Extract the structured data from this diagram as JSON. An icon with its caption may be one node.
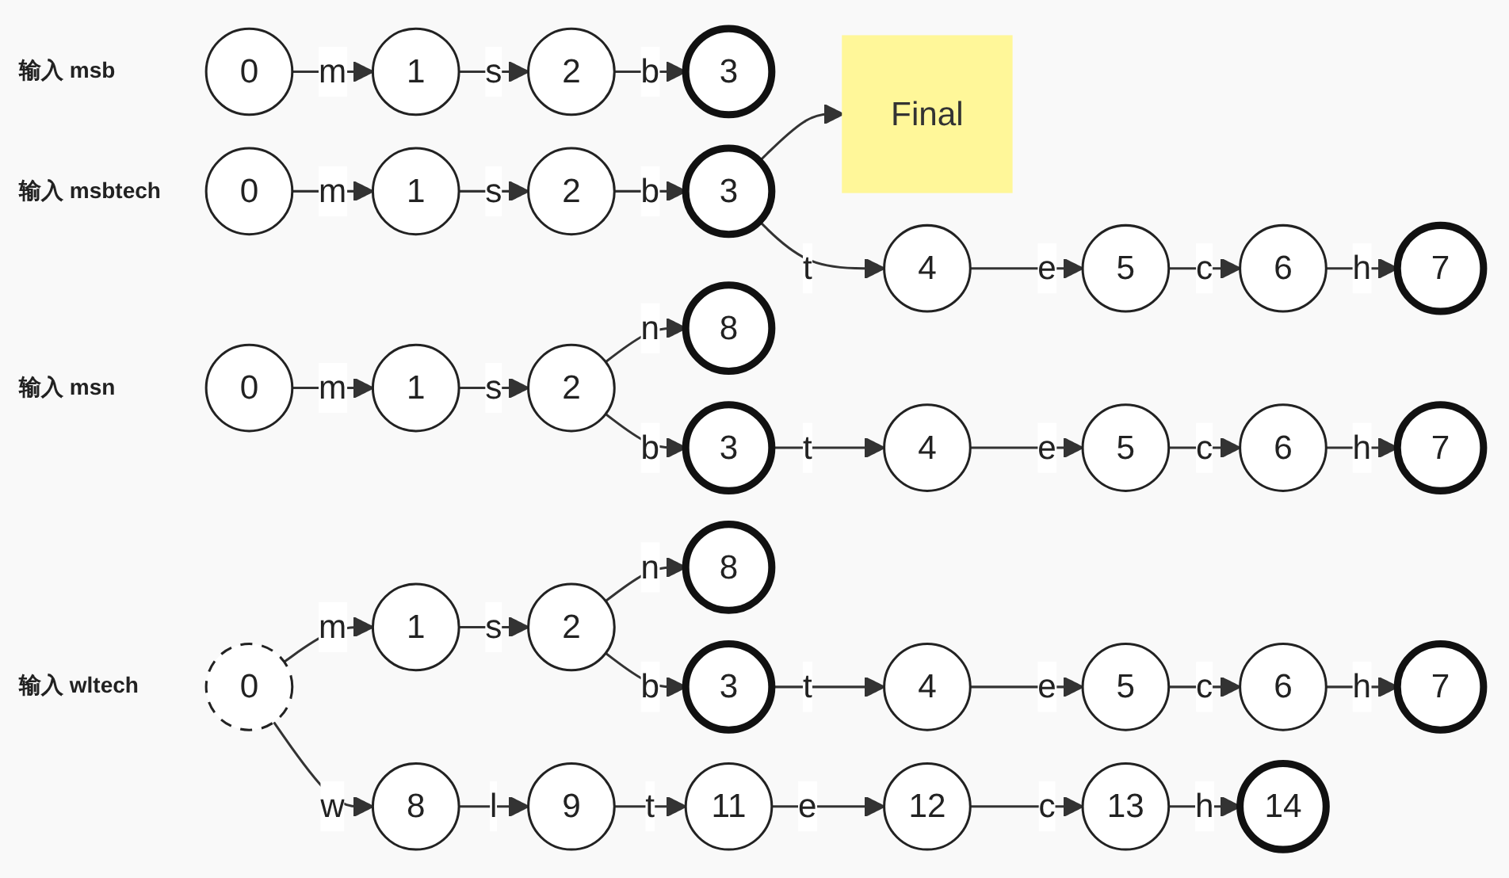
{
  "diagram": {
    "nodes": [
      {
        "text": [
          "0"
        ]
      },
      {
        "text": [
          "1"
        ]
      },
      {
        "text": [
          "2"
        ]
      },
      {
        "text": [
          "3"
        ]
      },
      {
        "text": [
          "Final"
        ]
      },
      {
        "text": [
          "0"
        ]
      },
      {
        "text": [
          "1"
        ]
      },
      {
        "text": [
          "2"
        ]
      },
      {
        "text": [
          "3"
        ]
      },
      {
        "text": [
          "4"
        ]
      },
      {
        "text": [
          "5"
        ]
      },
      {
        "text": [
          "6"
        ]
      },
      {
        "text": [
          "7"
        ]
      },
      {
        "text": [
          "0"
        ]
      },
      {
        "text": [
          "1"
        ]
      },
      {
        "text": [
          "2"
        ]
      },
      {
        "text": [
          "8"
        ]
      },
      {
        "text": [
          "3"
        ]
      },
      {
        "text": [
          "4"
        ]
      },
      {
        "text": [
          "5"
        ]
      },
      {
        "text": [
          "6"
        ]
      },
      {
        "text": [
          "7"
        ]
      },
      {
        "text": [
          "0"
        ]
      },
      {
        "text": [
          "1"
        ]
      },
      {
        "text": [
          "2"
        ]
      },
      {
        "text": [
          "8"
        ]
      },
      {
        "text": [
          "3"
        ]
      },
      {
        "text": [
          "4"
        ]
      },
      {
        "text": [
          "5"
        ]
      },
      {
        "text": [
          "6"
        ]
      },
      {
        "text": [
          "7"
        ]
      },
      {
        "text": [
          "8"
        ]
      },
      {
        "text": [
          "9"
        ]
      },
      {
        "text": [
          "11"
        ]
      },
      {
        "text": [
          "12"
        ]
      },
      {
        "text": [
          "13"
        ]
      },
      {
        "text": [
          "14"
        ]
      }
    ],
    "edges": [
      {
        "from": 0,
        "to": 1,
        "arrow": "to",
        "label": "m"
      },
      {
        "from": 1,
        "to": 2,
        "arrow": "to",
        "label": "s"
      },
      {
        "from": 2,
        "to": 3,
        "arrow": "to",
        "label": "b"
      },
      {
        "from": 8,
        "to": 4,
        "arrow": "to"
      },
      {
        "from": 5,
        "to": 6,
        "arrow": "to",
        "label": "m"
      },
      {
        "from": 6,
        "to": 7,
        "arrow": "to",
        "label": "s"
      },
      {
        "from": 7,
        "to": 8,
        "arrow": "to",
        "label": "b"
      },
      {
        "from": 8,
        "to": 9,
        "arrow": "to",
        "label": "t"
      },
      {
        "from": 9,
        "to": 10,
        "arrow": "to",
        "label": "e"
      },
      {
        "from": 10,
        "to": 11,
        "arrow": "to",
        "label": "c"
      },
      {
        "from": 11,
        "to": 12,
        "arrow": "to",
        "label": "h"
      },
      {
        "from": 13,
        "to": 14,
        "arrow": "to",
        "label": "m"
      },
      {
        "from": 14,
        "to": 15,
        "arrow": "to",
        "label": "s"
      },
      {
        "from": 15,
        "to": 16,
        "arrow": "to",
        "label": "n"
      },
      {
        "from": 15,
        "to": 17,
        "arrow": "to",
        "label": "b"
      },
      {
        "from": 17,
        "to": 18,
        "arrow": "to",
        "label": "t"
      },
      {
        "from": 18,
        "to": 19,
        "arrow": "to",
        "label": "e"
      },
      {
        "from": 19,
        "to": 20,
        "arrow": "to",
        "label": "c"
      },
      {
        "from": 20,
        "to": 21,
        "arrow": "to",
        "label": "h"
      },
      {
        "from": 22,
        "to": 23,
        "arrow": "to",
        "label": "m"
      },
      {
        "from": 23,
        "to": 24,
        "arrow": "to",
        "label": "s"
      },
      {
        "from": 24,
        "to": 25,
        "arrow": "to",
        "label": "n"
      },
      {
        "from": 24,
        "to": 26,
        "arrow": "to",
        "label": "b"
      },
      {
        "from": 26,
        "to": 27,
        "arrow": "to",
        "label": "t"
      },
      {
        "from": 27,
        "to": 28,
        "arrow": "to",
        "label": "e"
      },
      {
        "from": 28,
        "to": 29,
        "arrow": "to",
        "label": "c"
      },
      {
        "from": 29,
        "to": 30,
        "arrow": "to",
        "label": "h"
      },
      {
        "from": 22,
        "to": 31,
        "arrow": "to",
        "label": "w"
      },
      {
        "from": 31,
        "to": 32,
        "arrow": "to",
        "label": "l"
      },
      {
        "from": 32,
        "to": 33,
        "arrow": "to",
        "label": "t"
      },
      {
        "from": 33,
        "to": 34,
        "arrow": "to",
        "label": "e"
      },
      {
        "from": 34,
        "to": 35,
        "arrow": "to",
        "label": "c"
      },
      {
        "from": 35,
        "to": 36,
        "arrow": "to",
        "label": "h"
      }
    ],
    "labels": [
      "输入 msb",
      "输入 msbtech",
      "输入 msn",
      "输入 wltech"
    ]
  }
}
